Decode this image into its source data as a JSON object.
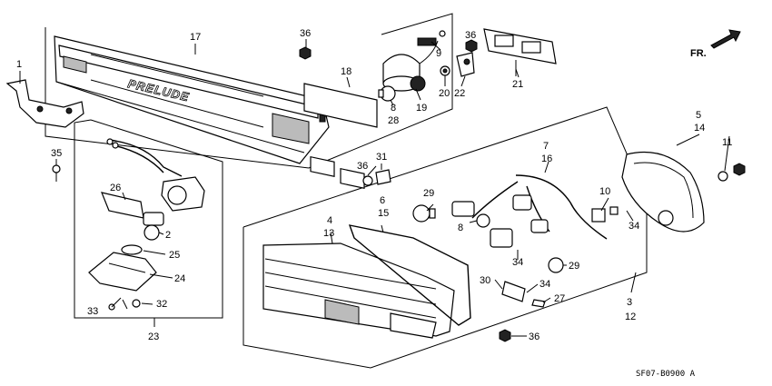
{
  "diagram": {
    "logo_text": "PRELUDE",
    "direction_label": "FR.",
    "code": "SF07-B0900 A",
    "callouts": [
      {
        "id": "c1",
        "text": "1"
      },
      {
        "id": "c17",
        "text": "17"
      },
      {
        "id": "c36a",
        "text": "36"
      },
      {
        "id": "c9",
        "text": "9"
      },
      {
        "id": "c36b",
        "text": "36"
      },
      {
        "id": "c18",
        "text": "18"
      },
      {
        "id": "c20",
        "text": "20"
      },
      {
        "id": "c22",
        "text": "22"
      },
      {
        "id": "c21",
        "text": "21"
      },
      {
        "id": "c8a",
        "text": "8"
      },
      {
        "id": "c19",
        "text": "19"
      },
      {
        "id": "c28",
        "text": "28"
      },
      {
        "id": "c35",
        "text": "35"
      },
      {
        "id": "c26",
        "text": "26"
      },
      {
        "id": "c2",
        "text": "2"
      },
      {
        "id": "c25",
        "text": "25"
      },
      {
        "id": "c24",
        "text": "24"
      },
      {
        "id": "c33",
        "text": "33"
      },
      {
        "id": "c32",
        "text": "32"
      },
      {
        "id": "c23",
        "text": "23"
      },
      {
        "id": "c36c",
        "text": "36"
      },
      {
        "id": "c31",
        "text": "31"
      },
      {
        "id": "c7",
        "text": "7"
      },
      {
        "id": "c16",
        "text": "16"
      },
      {
        "id": "c5",
        "text": "5"
      },
      {
        "id": "c14",
        "text": "14"
      },
      {
        "id": "c11",
        "text": "11"
      },
      {
        "id": "c6",
        "text": "6"
      },
      {
        "id": "c15",
        "text": "15"
      },
      {
        "id": "c4",
        "text": "4"
      },
      {
        "id": "c13",
        "text": "13"
      },
      {
        "id": "c29a",
        "text": "29"
      },
      {
        "id": "c8b",
        "text": "8"
      },
      {
        "id": "c10",
        "text": "10"
      },
      {
        "id": "c34a",
        "text": "34"
      },
      {
        "id": "c34b",
        "text": "34"
      },
      {
        "id": "c29b",
        "text": "29"
      },
      {
        "id": "c30",
        "text": "30"
      },
      {
        "id": "c34c",
        "text": "34"
      },
      {
        "id": "c27",
        "text": "27"
      },
      {
        "id": "c3",
        "text": "3"
      },
      {
        "id": "c12",
        "text": "12"
      },
      {
        "id": "c36d",
        "text": "36"
      }
    ]
  }
}
